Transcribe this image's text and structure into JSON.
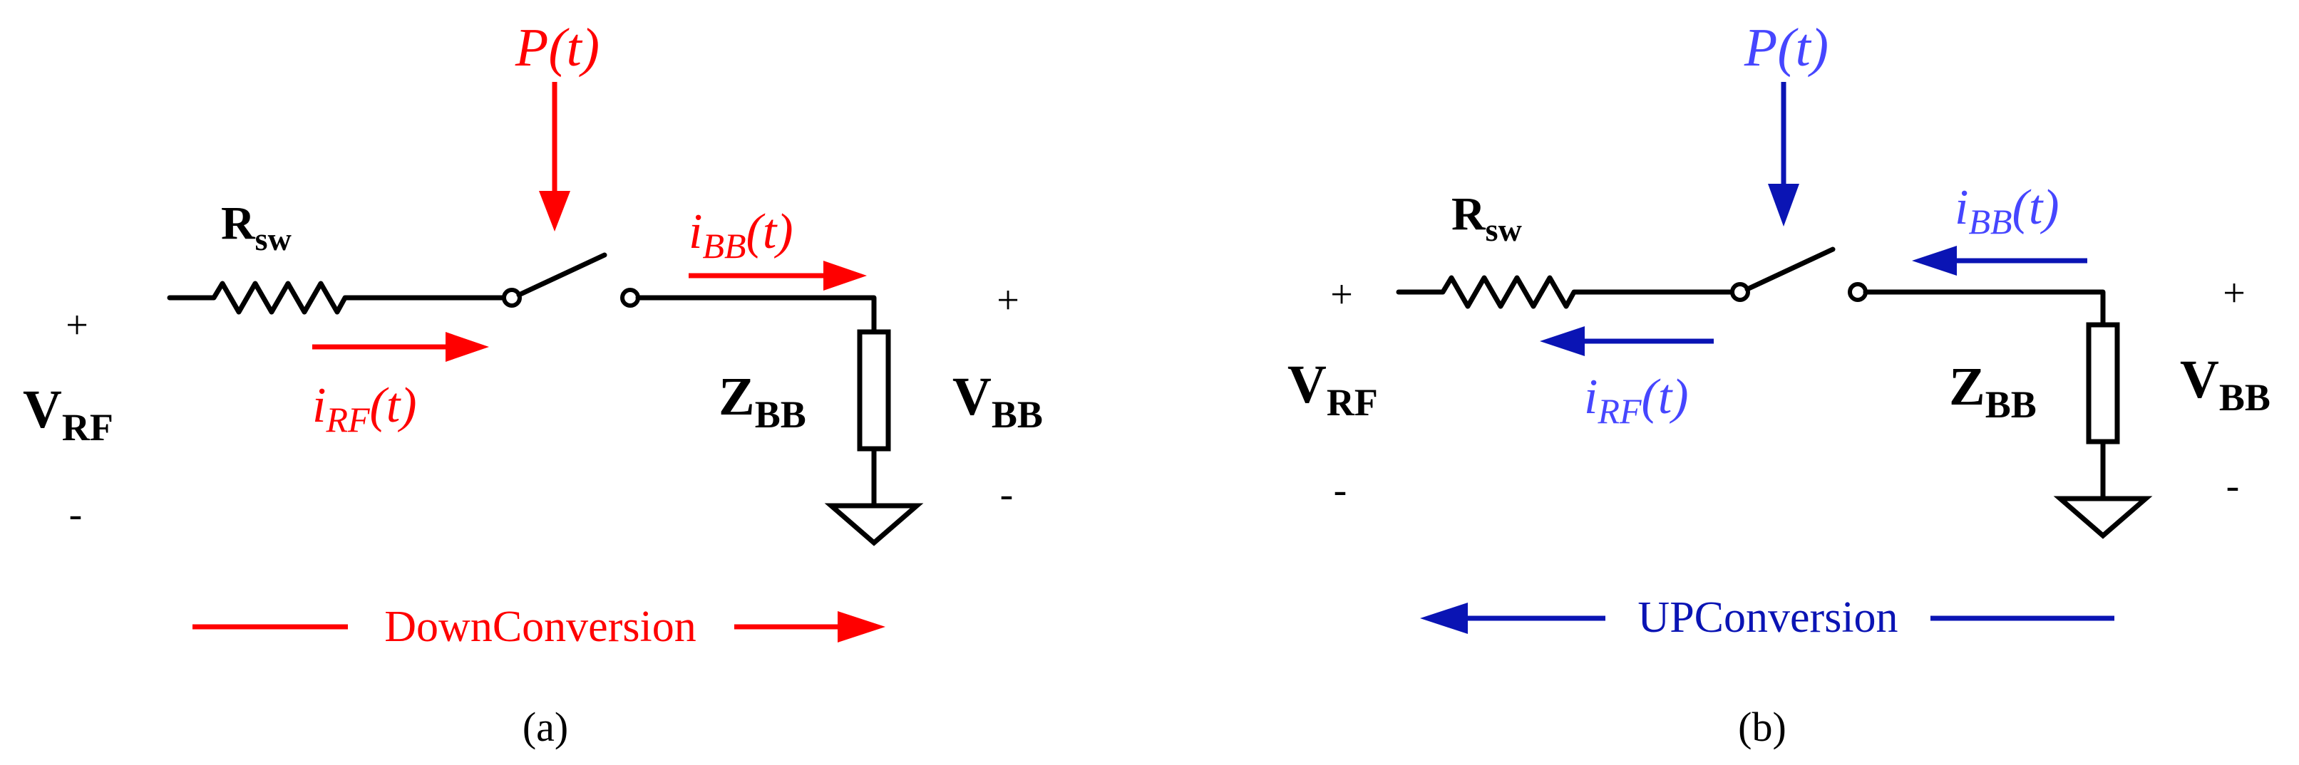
{
  "colors": {
    "down": "#ff0000",
    "up_signal": "#0a14b4",
    "up_label": "#4646ff",
    "wire": "#000000"
  },
  "panel_a": {
    "caption": "(a)",
    "pt": {
      "base": "P",
      "arg": "(t)"
    },
    "rsw": {
      "base": "R",
      "sub": "sw"
    },
    "vrf": {
      "base": "V",
      "sub": "RF",
      "plus": "+",
      "minus": "-"
    },
    "vbb": {
      "base": "V",
      "sub": "BB",
      "plus": "+",
      "minus": "-"
    },
    "zbb": {
      "base": "Z",
      "sub": "BB"
    },
    "irf": {
      "base": "i",
      "sub": "RF",
      "arg": "(t)"
    },
    "ibb": {
      "base": "i",
      "sub": "BB",
      "arg": "(t)"
    },
    "direction_label": "DownConversion"
  },
  "panel_b": {
    "caption": "(b)",
    "pt": {
      "base": "P",
      "arg": "(t)"
    },
    "rsw": {
      "base": "R",
      "sub": "sw"
    },
    "vrf": {
      "base": "V",
      "sub": "RF",
      "plus": "+",
      "minus": "-"
    },
    "vbb": {
      "base": "V",
      "sub": "BB",
      "plus": "+",
      "minus": "-"
    },
    "zbb": {
      "base": "Z",
      "sub": "BB"
    },
    "irf": {
      "base": "i",
      "sub": "RF",
      "arg": "(t)"
    },
    "ibb": {
      "base": "i",
      "sub": "BB",
      "arg": "(t)"
    },
    "direction_label": "UPConversion"
  }
}
